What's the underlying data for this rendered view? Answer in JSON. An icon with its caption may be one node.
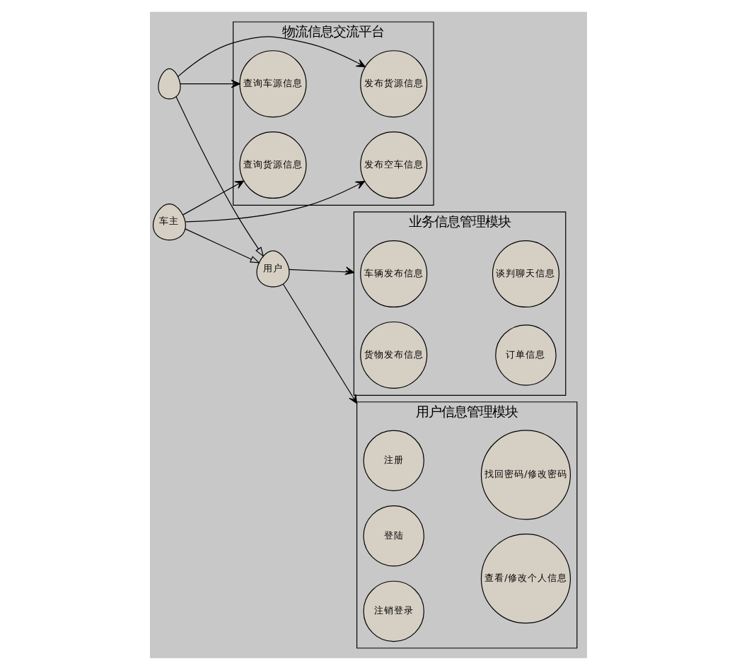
{
  "diagram": {
    "nodes": [
      {
        "text": [
          "车主"
        ]
      },
      {
        "text": [
          "用户"
        ]
      },
      {
        "text": [],
        "shape": "person"
      },
      {
        "text": [
          "业务信息管理模块"
        ]
      },
      {
        "text": [
          "车辆发布信息"
        ],
        "in": 3
      },
      {
        "text": [
          "谈判聊天信息"
        ],
        "in": 3
      },
      {
        "text": [
          "货物发布信息"
        ],
        "in": 3
      },
      {
        "text": [
          "订单信息"
        ],
        "in": 3
      },
      {
        "text": [
          "用户信息管理模块"
        ]
      },
      {
        "text": [
          "注册"
        ],
        "in": 8
      },
      {
        "text": [
          "找回密码/修改密码"
        ],
        "in": 8
      },
      {
        "text": [
          "登陆"
        ],
        "in": 8
      },
      {
        "text": [
          "查看/修改个人信息"
        ],
        "in": 8
      },
      {
        "text": [
          "注销登录"
        ],
        "in": 8
      },
      {
        "text": [
          "物流信息交流平台"
        ]
      },
      {
        "text": [
          "查询货源信息"
        ],
        "in": 14
      },
      {
        "text": [
          "发布空车信息"
        ],
        "in": 14
      },
      {
        "text": [
          "查询车源信息"
        ],
        "in": 14
      },
      {
        "text": [
          "发布货源信息"
        ],
        "in": 14
      }
    ],
    "edges": [
      {
        "from": 0,
        "to": 1,
        "arrow": "to"
      },
      {
        "from": 2,
        "to": 1,
        "arrow": "to"
      },
      {
        "from": 1,
        "to": 3,
        "arrow": "to"
      },
      {
        "from": 1,
        "to": 8,
        "arrow": "to"
      },
      {
        "from": 0,
        "to": 15,
        "arrow": "to"
      },
      {
        "from": 0,
        "to": 16,
        "arrow": "to"
      },
      {
        "from": 2,
        "to": 17,
        "arrow": "to"
      },
      {
        "from": 2,
        "to": 18,
        "arrow": "to"
      }
    ]
  }
}
